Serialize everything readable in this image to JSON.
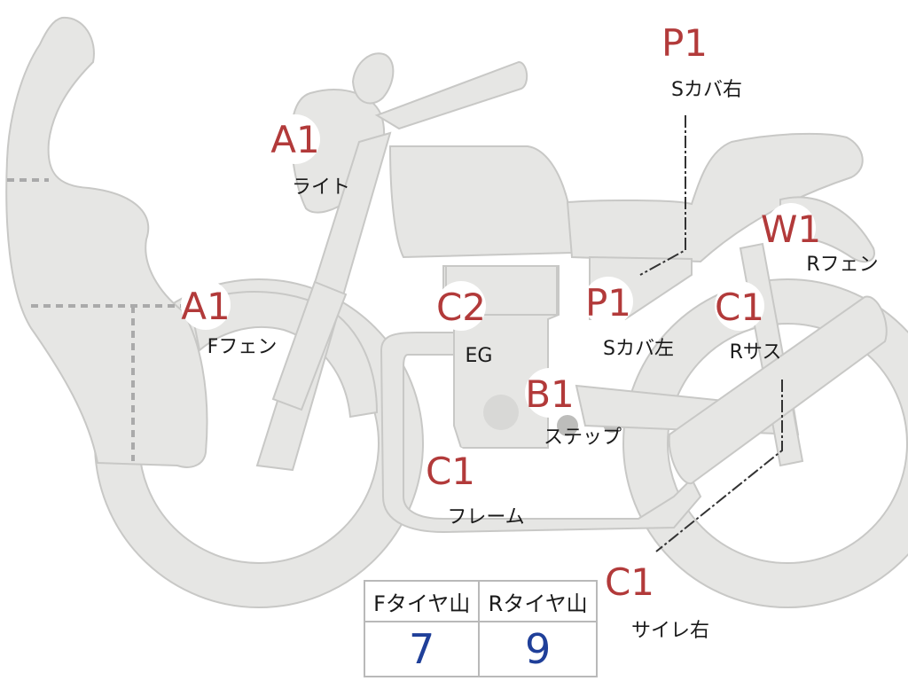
{
  "parts": [
    {
      "id": "light",
      "grade": "A1",
      "label": "ライト"
    },
    {
      "id": "front-fender",
      "grade": "A1",
      "label": "Fフェン"
    },
    {
      "id": "engine",
      "grade": "C2",
      "label": "EG"
    },
    {
      "id": "step",
      "grade": "B1",
      "label": "ステップ"
    },
    {
      "id": "frame",
      "grade": "C1",
      "label": "フレーム"
    },
    {
      "id": "side-cover-left",
      "grade": "P1",
      "label": "Sカバ左"
    },
    {
      "id": "side-cover-right",
      "grade": "P1",
      "label": "Sカバ右"
    },
    {
      "id": "rear-fender",
      "grade": "W1",
      "label": "Rフェン"
    },
    {
      "id": "rear-suspension",
      "grade": "C1",
      "label": "Rサス"
    },
    {
      "id": "muffler-right",
      "grade": "C1",
      "label": "サイレ右"
    }
  ],
  "tire_table": {
    "headers": [
      "Fタイヤ山",
      "Rタイヤ山"
    ],
    "values": [
      "7",
      "9"
    ]
  },
  "colors": {
    "grade_text": "#b23a3a",
    "tire_value": "#1f3f99",
    "part_fill": "#e6e6e4"
  }
}
